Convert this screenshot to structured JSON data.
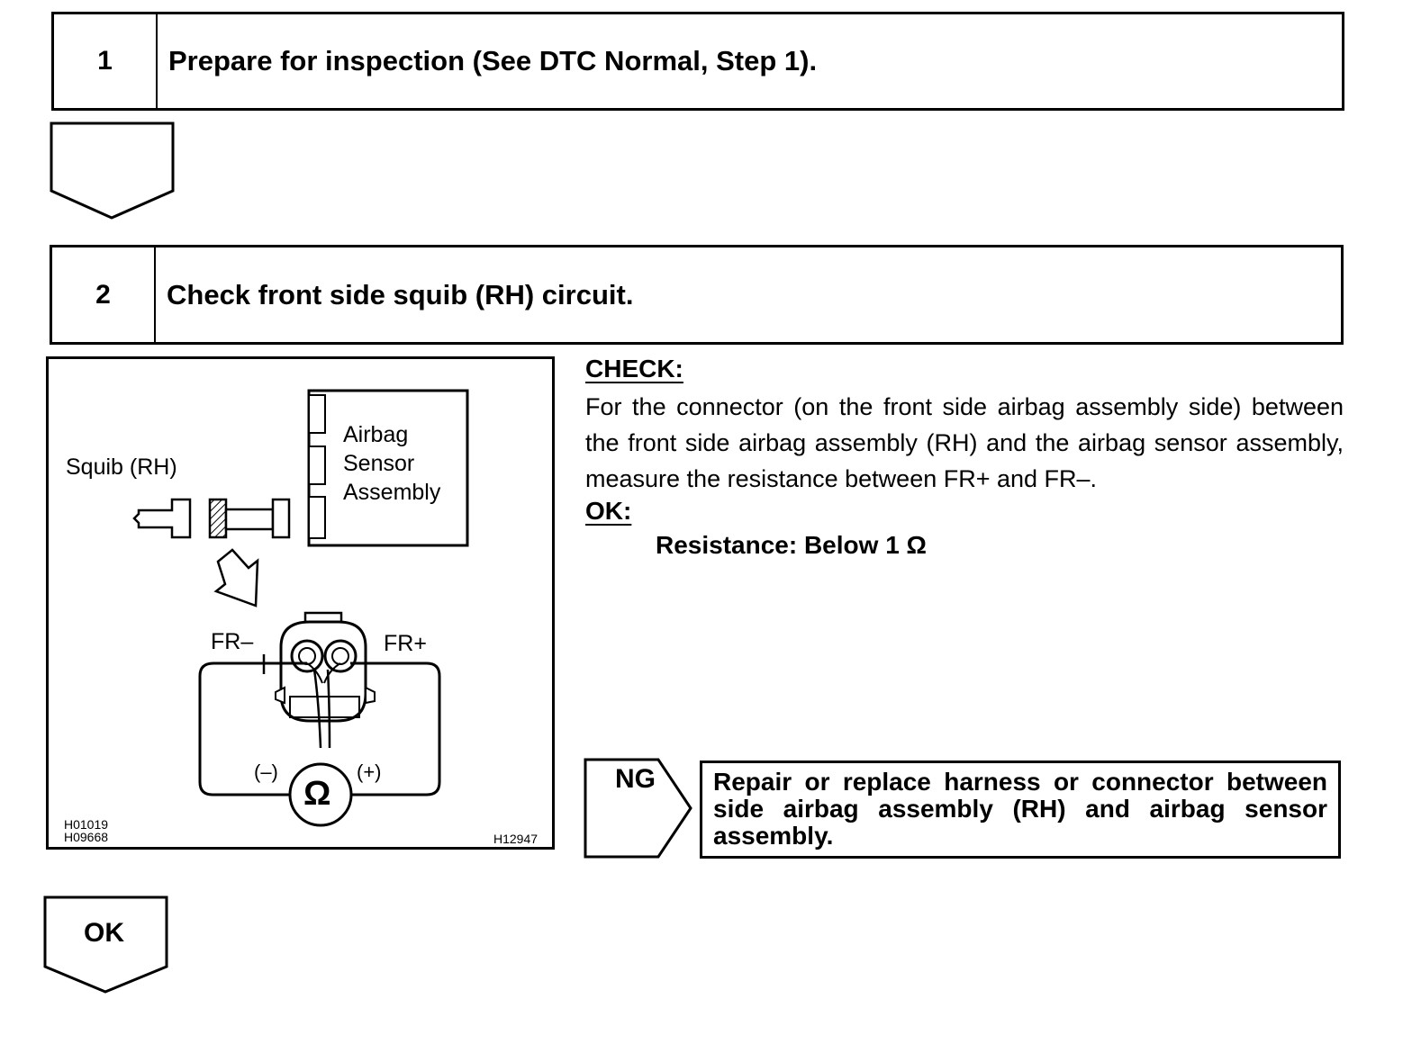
{
  "step1": {
    "number": "1",
    "title": "Prepare for inspection (See DTC Normal, Step 1)."
  },
  "step2": {
    "number": "2",
    "title": "Check front side squib (RH) circuit."
  },
  "figure": {
    "squib_label": "Squib (RH)",
    "sensor_label_line1": "Airbag",
    "sensor_label_line2": "Sensor",
    "sensor_label_line3": "Assembly",
    "fr_minus": "FR–",
    "fr_plus": "FR+",
    "meter_minus": "(–)",
    "meter_plus": "(+)",
    "ohm_symbol": "Ω",
    "code1": "H01019",
    "code2": "H09668",
    "code3": "H12947"
  },
  "check": {
    "heading": "CHECK:",
    "text": "For the connector (on the front side airbag assembly side) between the front side airbag assembly (RH) and the airbag sensor assembly, measure the resistance between FR+ and FR–.",
    "ok_heading": "OK:",
    "result": "Resistance: Below 1 Ω"
  },
  "ng": {
    "label": "NG",
    "action": "Repair or replace harness or connector between side airbag assembly (RH) and airbag sensor assembly."
  },
  "ok_arrow": {
    "label": "OK"
  }
}
